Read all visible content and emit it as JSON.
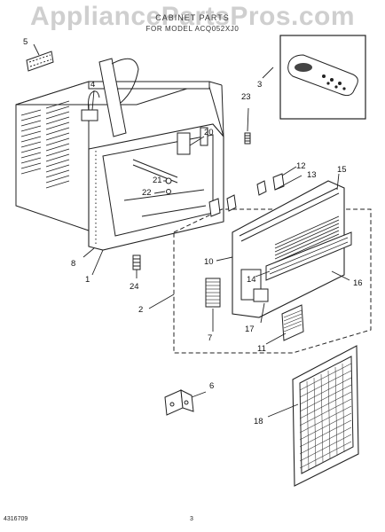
{
  "watermark": "AppliancePartsPros.com",
  "header": {
    "line1": "CABINET PARTS",
    "line2": "FOR MODEL ACQ052XJ0"
  },
  "footer": {
    "doc_number": "4316709",
    "page_number": "3"
  },
  "callouts": {
    "c1": "1",
    "c2": "2",
    "c3": "3",
    "c4": "4",
    "c5": "5",
    "c6": "6",
    "c7": "7",
    "c8": "8",
    "c10": "10",
    "c11": "11",
    "c12": "12",
    "c13": "13",
    "c14": "14",
    "c15": "15",
    "c16": "16",
    "c17": "17",
    "c18": "18",
    "c20": "20",
    "c21": "21",
    "c22": "22",
    "c23": "23",
    "c24": "24"
  }
}
